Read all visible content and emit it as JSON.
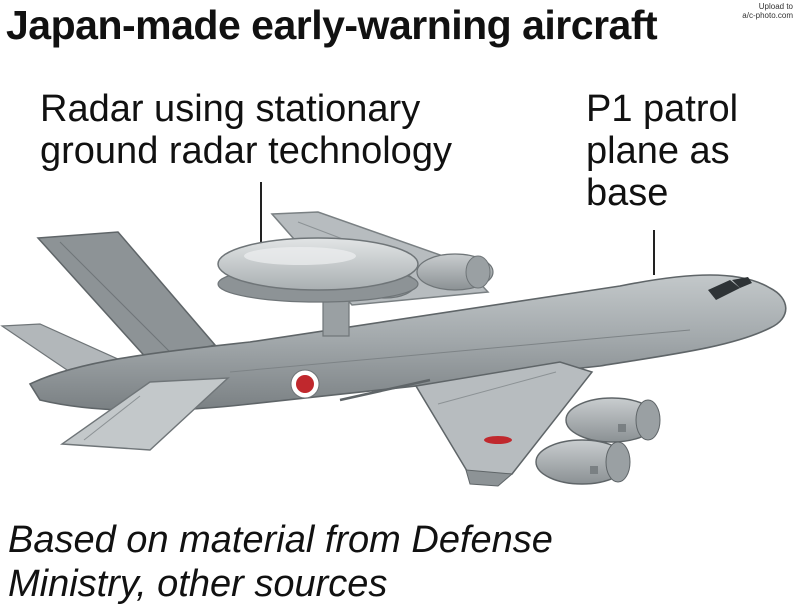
{
  "title": "Japan-made early-warning aircraft",
  "corner_note": [
    "Upload to",
    "a/c-photo.com"
  ],
  "labels": {
    "radar": [
      "Radar using stationary",
      "ground radar technology"
    ],
    "base": [
      "P1 patrol",
      "plane as",
      "base"
    ]
  },
  "source": [
    "Based on material from Defense",
    "Ministry, other sources"
  ],
  "colors": {
    "fuselage": "#9aa0a3",
    "fuselage_light": "#c3c8ca",
    "fuselage_dark": "#6f7578",
    "roundel": "#c0282d"
  }
}
